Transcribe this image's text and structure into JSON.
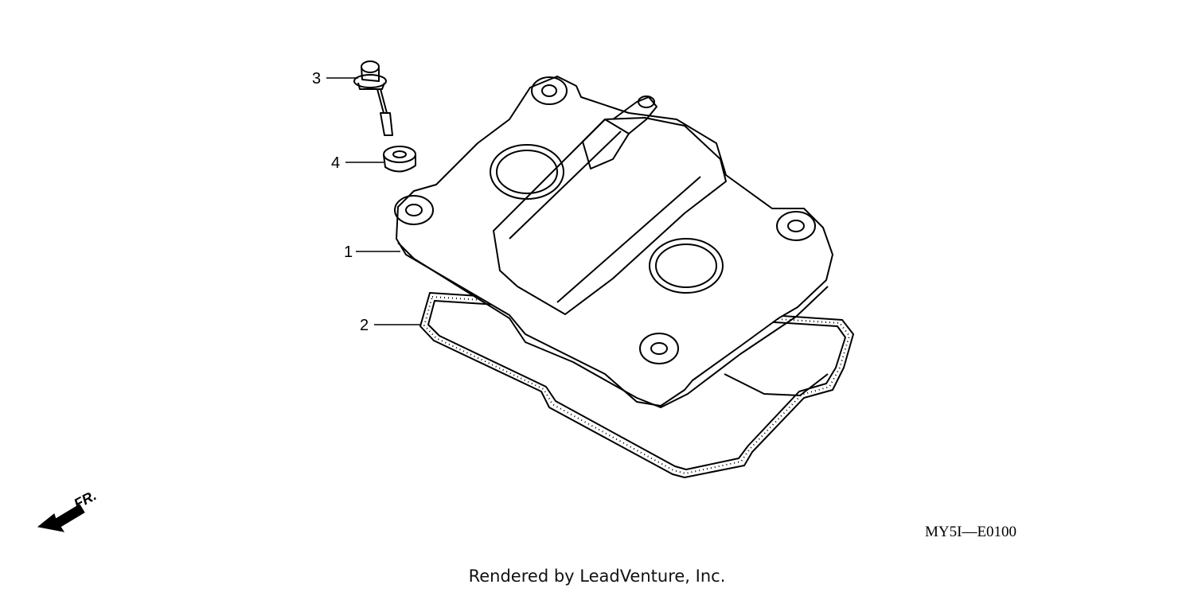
{
  "callouts": [
    {
      "id": "1",
      "label": "1",
      "part": "cylinder-head-cover"
    },
    {
      "id": "2",
      "label": "2",
      "part": "head-cover-gasket"
    },
    {
      "id": "3",
      "label": "3",
      "part": "head-cover-bolt"
    },
    {
      "id": "4",
      "label": "4",
      "part": "bolt-rubber-seal"
    }
  ],
  "direction_label": "FR.",
  "diagram_code": "MY5I—E0100",
  "credit": "Rendered by LeadVenture, Inc."
}
